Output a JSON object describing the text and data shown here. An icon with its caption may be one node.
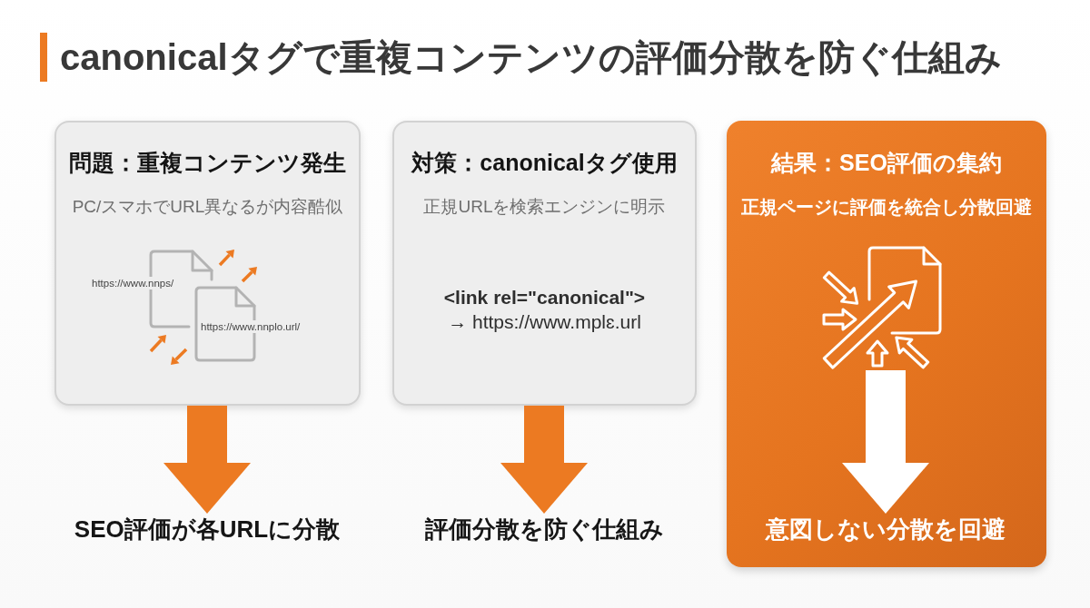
{
  "diagram": {
    "title": "canonicalタグで重複コンテンツの評価分散を防ぐ仕組み",
    "nodes": [
      {
        "text": [
          "問題：重複コンテンツ発生",
          "PC/スマホでURL異なるが内容酷似",
          "https://www.nnps/",
          "https://www.nnplo.url/"
        ]
      },
      {
        "text": [
          "SEO評価が各URLに分散"
        ]
      },
      {
        "text": [
          "対策：canonicalタグ使用",
          "正規URLを検索エンジンに明示",
          "<link rel=\"canonical\">",
          "→ https://www.mplɛ.url"
        ]
      },
      {
        "text": [
          "評価分散を防ぐ仕組み"
        ]
      },
      {
        "text": [
          "結果：SEO評価の集約",
          "正規ページに評価を統合し分散回避"
        ]
      },
      {
        "text": [],
        "shape": "picture",
        "in": 4
      },
      {
        "text": [
          "意図しない分散を回避"
        ],
        "in": 4
      }
    ],
    "edges": [
      {
        "from": 0,
        "to": 1,
        "arrow": "to"
      },
      {
        "from": 2,
        "to": 3,
        "arrow": "to"
      },
      {
        "from": 5,
        "to": 6,
        "arrow": "to",
        "color": "#ffffff"
      }
    ]
  }
}
